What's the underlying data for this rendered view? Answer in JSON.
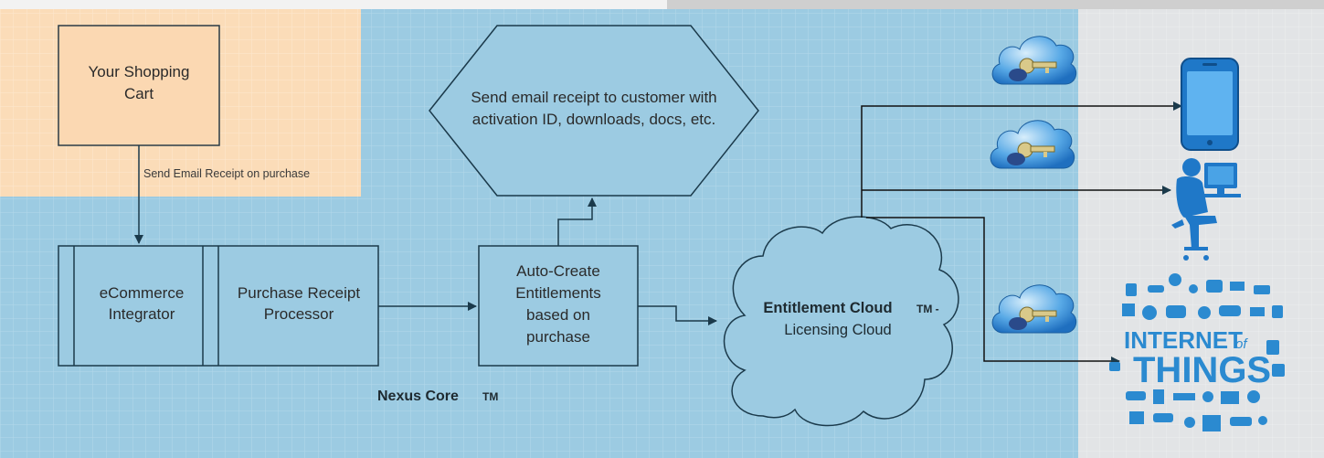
{
  "diagram": {
    "shopping_cart": {
      "line1": "Your Shopping",
      "line2": "Cart"
    },
    "send_receipt_label": "Send Email Receipt on purchase",
    "ecommerce": {
      "line1": "eCommerce",
      "line2": "Integrator"
    },
    "receipt_processor": {
      "line1": "Purchase Receipt",
      "line2": "Processor"
    },
    "auto_create": {
      "line1": "Auto-Create",
      "line2": "Entitlements",
      "line3": "based on",
      "line4": "purchase"
    },
    "email_hexagon": {
      "line1": "Send email receipt to customer with",
      "line2": "activation ID, downloads, docs, etc."
    },
    "cloud": {
      "line1": "Entitlement Cloud",
      "line1_tm": "TM -",
      "line2": "Licensing Cloud"
    },
    "nexus_core": {
      "label": "Nexus Core",
      "tm": "TM"
    },
    "iot": {
      "line1": "INTERNET",
      "of": "of",
      "line2": "THINGS"
    }
  },
  "icons": [
    "cloud-key-icon",
    "smartphone-icon",
    "person-at-computer-icon",
    "iot-cluster-icon"
  ],
  "colors": {
    "blue_bg": "#9ccbe2",
    "orange_bg": "#fbdcb8",
    "gray_bg": "#e2e4e6",
    "node_fill": "#9ccbe2",
    "cart_fill": "#fbd8b2",
    "stroke": "#1b3a4b",
    "iot_blue": "#2b8ad0"
  }
}
